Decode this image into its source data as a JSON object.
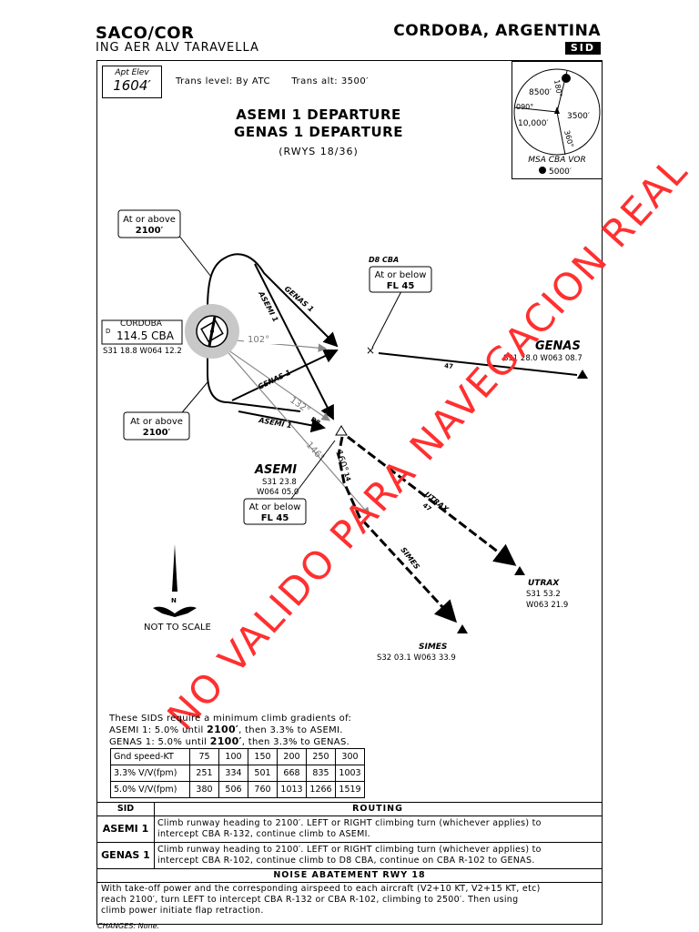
{
  "header": {
    "ident": "SACO/COR",
    "airport_name": "ING AER ALV TARAVELLA",
    "city": "CORDOBA, ARGENTINA",
    "badge": "SID"
  },
  "elevation": {
    "label": "Apt Elev",
    "value": "1604′"
  },
  "transition": {
    "level": "Trans level: By ATC",
    "alt": "Trans alt: 3500′"
  },
  "msa": {
    "r180": "180°",
    "r090": "090°",
    "r360": "360°",
    "alt_nw": "8500′",
    "alt_sw": "10,000′",
    "alt_e": "3500′",
    "label": "MSA CBA VOR",
    "radius": "5000′"
  },
  "titles": {
    "line1": "ASEMI 1 DEPARTURE",
    "line2": "GENAS 1 DEPARTURE",
    "runways": "(RWYS 18/36)"
  },
  "chart": {
    "constraint_top": {
      "line1": "At or above",
      "line2": "2100′"
    },
    "constraint_bottom": {
      "line1": "At or above",
      "line2": "2100′"
    },
    "d8": {
      "name": "D8 CBA",
      "line1": "At or below",
      "line2": "FL 45"
    },
    "asemi_constraint": {
      "line1": "At or below",
      "line2": "FL 45"
    },
    "vor": {
      "name": "CORDOBA",
      "freq": "114.5 CBA",
      "coords": "S31 18.8 W064 12.2",
      "dme": "D"
    },
    "radial_102": "102°",
    "radial_132": "132°",
    "radial_146": "146°",
    "radial_160": "160°",
    "leg_genas_upper": "GENAS 1",
    "leg_asemi_upper": "ASEMI 1",
    "leg_genas_lower": "GENAS 1",
    "leg_asemi_lower": "ASEMI 1",
    "leg_utrax": "UTRAX",
    "leg_simes": "SIMES",
    "dist_47a": "47",
    "dist_47b": "47",
    "dist_8": "D8",
    "dist_14": "14",
    "genas": {
      "name": "GENAS",
      "coords": "S31 28.0 W063 08.7"
    },
    "asemi": {
      "name": "ASEMI",
      "lat": "S31 23.8",
      "lon": "W064 05.0"
    },
    "utrax": {
      "name": "UTRAX",
      "lat": "S31 53.2",
      "lon": "W063 21.9"
    },
    "simes": {
      "name": "SIMES",
      "coords": "S32 03.1 W063 33.9"
    },
    "north": "N",
    "scale": "NOT TO SCALE"
  },
  "climb": {
    "intro": "These SIDS require a minimum climb gradients of:",
    "asemi_pre": "ASEMI 1: 5.0% until",
    "asemi_alt": "2100′",
    "asemi_post": ", then 3.3% to ASEMI.",
    "genas_pre": "GENAS 1: 5.0% until",
    "genas_alt": "2100′",
    "genas_post": ", then 3.3% to GENAS."
  },
  "gradient_table": [
    [
      "Gnd speed-KT",
      "75",
      "100",
      "150",
      "200",
      "250",
      "300"
    ],
    [
      "3.3% V/V(fpm)",
      "251",
      "334",
      "501",
      "668",
      "835",
      "1003"
    ],
    [
      "5.0% V/V(fpm)",
      "380",
      "506",
      "760",
      "1013",
      "1266",
      "1519"
    ]
  ],
  "routing": {
    "col_sid": "SID",
    "col_routing": "ROUTING",
    "asemi_name": "ASEMI 1",
    "asemi_l1": "Climb runway heading to  2100′. LEFT or RIGHT climbing turn (whichever applies) to",
    "asemi_l2": "intercept CBA R-132, continue climb to ASEMI.",
    "genas_name": "GENAS 1",
    "genas_l1": "Climb runway heading to  2100′. LEFT or RIGHT climbing turn (whichever applies) to",
    "genas_l2": "intercept CBA R-102, continue climb to D8 CBA, continue on CBA R-102 to GENAS.",
    "noise_title": "NOISE ABATEMENT RWY 18",
    "noise_l1": "With take-off power and the corresponding airspeed to each aircraft (V2+10 KT, V2+15 KT, etc)",
    "noise_l2": "reach  2100′, turn LEFT to intercept CBA R-132 or CBA R-102, climbing to   2500′. Then using",
    "noise_l3": "climb power initiate flap retraction."
  },
  "watermark": "NO VALIDO PARA NAVEGACION REAL",
  "changes": "CHANGES: None."
}
